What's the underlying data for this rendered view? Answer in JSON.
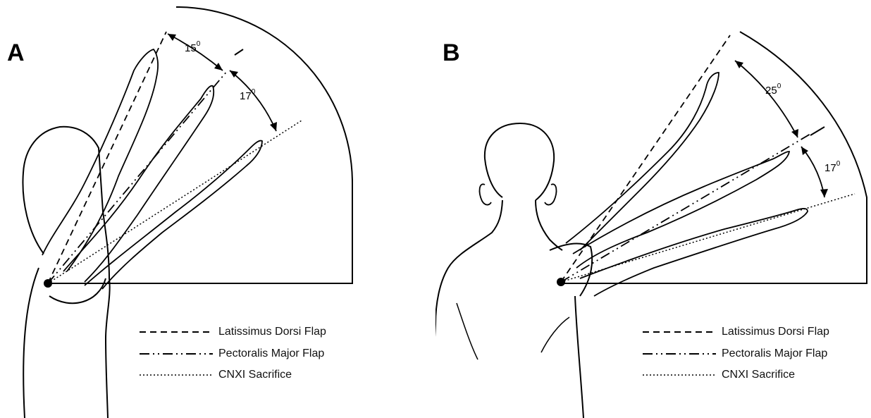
{
  "panels": [
    {
      "letter": "A",
      "angles": [
        {
          "value": "15",
          "unit": "0"
        },
        {
          "value": "17",
          "unit": "0"
        }
      ]
    },
    {
      "letter": "B",
      "angles": [
        {
          "value": "25",
          "unit": "0"
        },
        {
          "value": "17",
          "unit": "0"
        }
      ]
    }
  ],
  "legend": [
    {
      "label": "Latissimus Dorsi Flap",
      "line_style": "dashed"
    },
    {
      "label": "Pectoralis Major Flap",
      "line_style": "dash-dot-dot"
    },
    {
      "label": "CNXI Sacrifice",
      "line_style": "dotted"
    }
  ],
  "colors": {
    "ink": "#000000",
    "background": "#ffffff"
  }
}
